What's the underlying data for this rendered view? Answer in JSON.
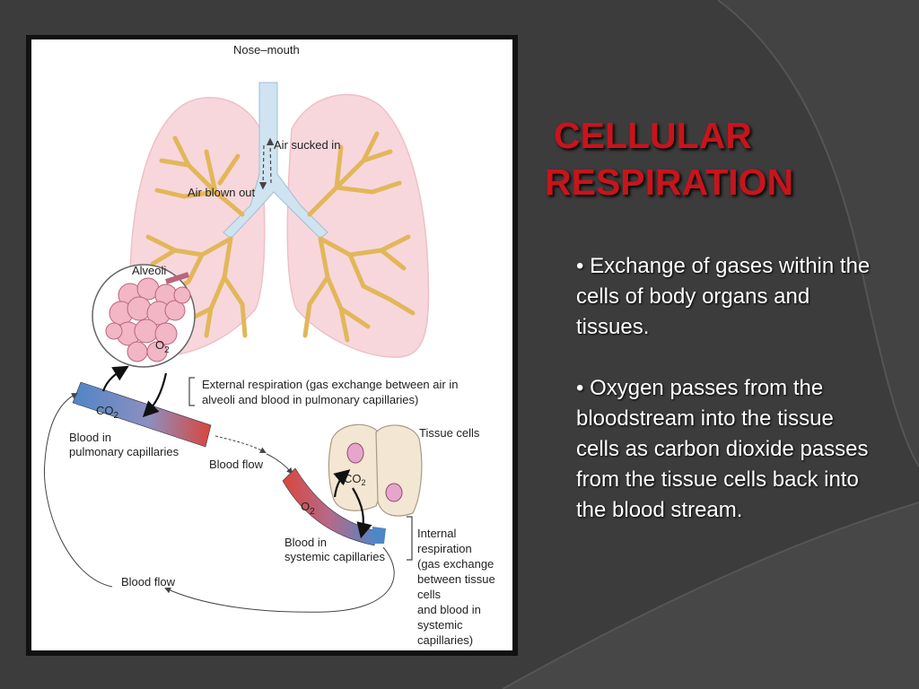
{
  "slide": {
    "title_line1": "CELLULAR",
    "title_line2": "RESPIRATION",
    "bullets": [
      "• Exchange of gases within the cells of body organs and tissues.",
      "• Oxygen passes from the bloodstream into the tissue cells as carbon dioxide passes from the tissue cells   back  into the blood stream."
    ]
  },
  "diagram": {
    "nose_mouth": "Nose–mouth",
    "air_sucked_in": "Air sucked in",
    "air_blown_out": "Air blown out",
    "alveoli": "Alveoli",
    "o2": "O",
    "co2": "CO",
    "sub2": "2",
    "external_respiration": [
      "External respiration (gas exchange between air in",
      "alveoli and blood in pulmonary capillaries)"
    ],
    "blood_in_pulmonary": [
      "Blood in",
      "pulmonary capillaries"
    ],
    "blood_flow": "Blood flow",
    "tissue_cells": "Tissue cells",
    "blood_in_systemic": [
      "Blood in",
      "systemic capillaries"
    ],
    "internal_respiration": [
      "Internal",
      "respiration",
      "(gas exchange",
      "between tissue",
      "cells",
      "and blood in",
      "systemic",
      "capillaries)"
    ]
  },
  "colors": {
    "title_red": "#c8141c",
    "background": "#3d3d3d",
    "lung_pink": "#f7d7dc",
    "airway_blue": "#cfe3f0",
    "bronchi_gold": "#e2b75a",
    "vessel_blue": "#4f86c6",
    "vessel_red": "#d9463c"
  }
}
